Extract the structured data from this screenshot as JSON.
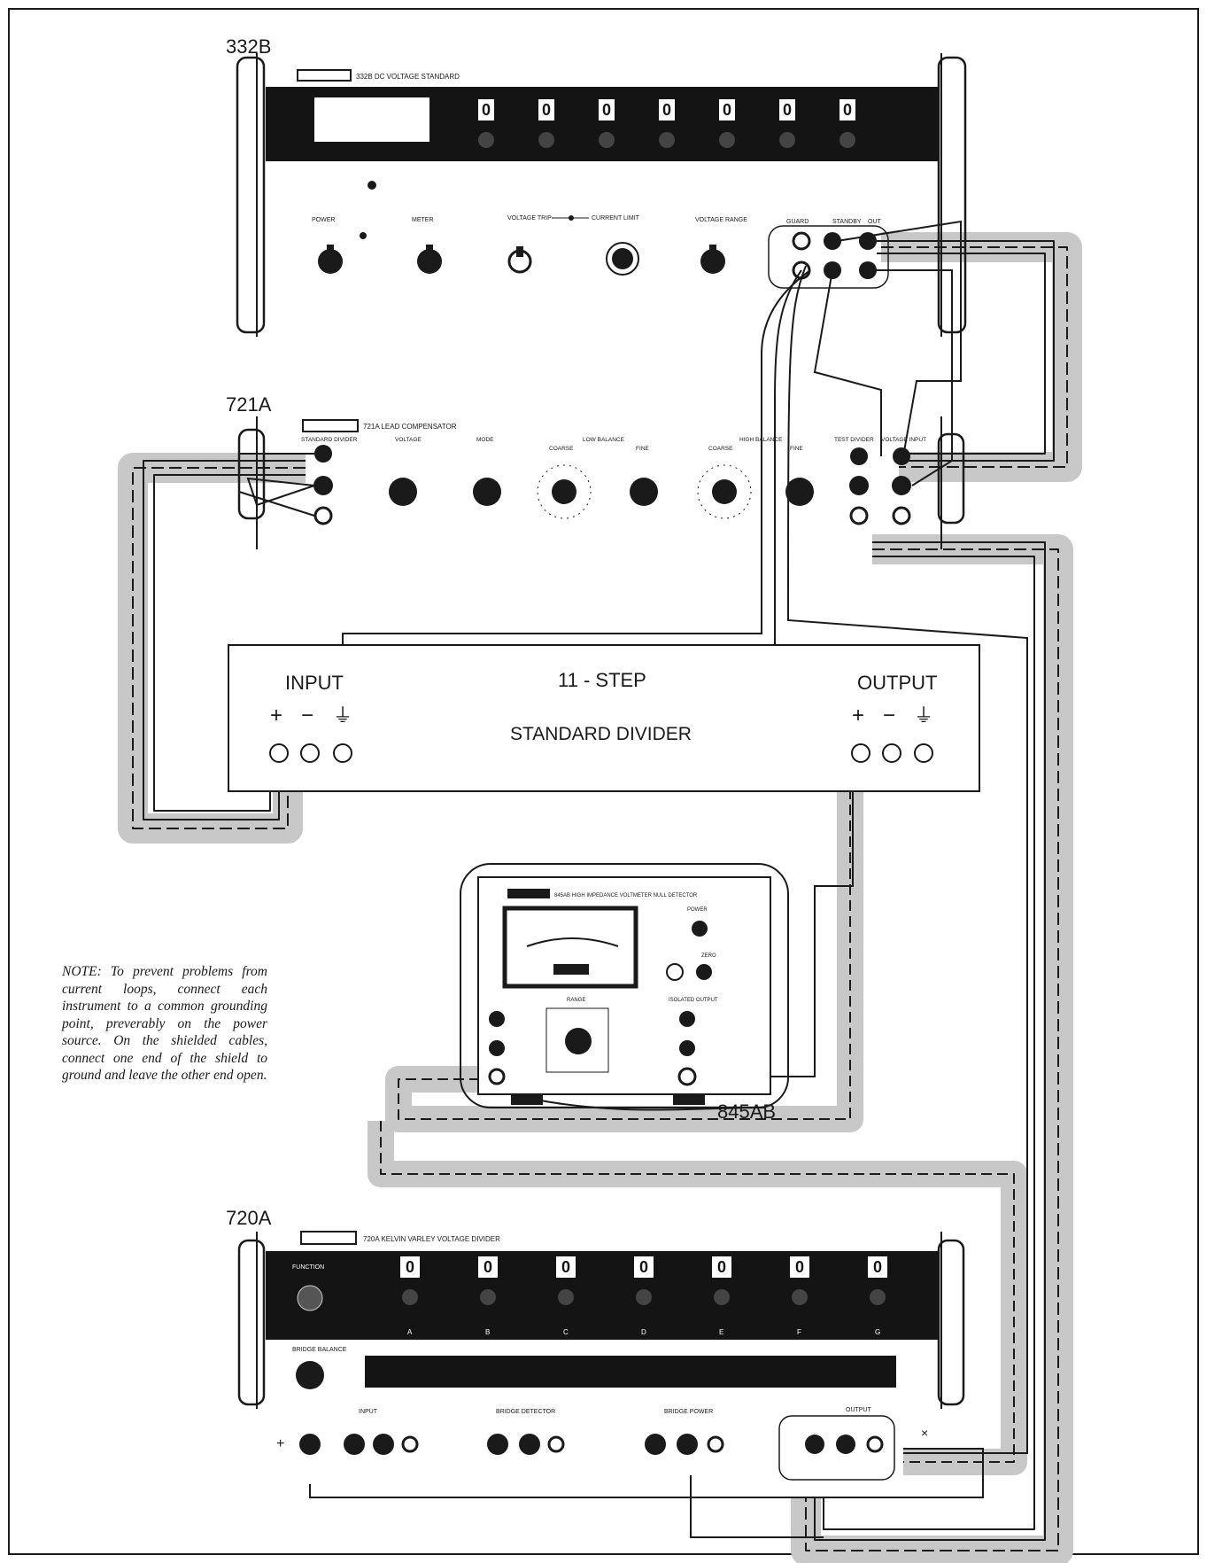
{
  "instruments": {
    "top_standard": {
      "label": "332B",
      "nameplate": "332B DC VOLTAGE STANDARD",
      "controls": [
        "POWER",
        "METER",
        "VOLTAGE TRIP",
        "CURRENT LIMIT",
        "VOLTAGE RANGE"
      ],
      "terminal_labels": [
        "GUARD",
        "STANDBY",
        "OUT"
      ]
    },
    "compensator": {
      "label": "721A",
      "nameplate": "721A LEAD COMPENSATOR",
      "controls": [
        "STANDARD DIVIDER",
        "VOLTAGE",
        "MODE",
        "LOW BALANCE",
        "COARSE",
        "FINE",
        "HIGH BALANCE",
        "COARSE",
        "FINE",
        "TEST DIVIDER",
        "VOLTAGE INPUT"
      ]
    },
    "divider": {
      "title_line1": "11 - STEP",
      "title_line2": "STANDARD DIVIDER",
      "input_label": "INPUT",
      "output_label": "OUTPUT",
      "input_signs": [
        "+",
        "−",
        "⏚"
      ],
      "output_signs": [
        "+",
        "−",
        "⏚"
      ]
    },
    "detector": {
      "label": "845AB",
      "nameplate": "845AB HIGH IMPEDANCE VOLTMETER NULL DETECTOR",
      "controls": [
        "POWER",
        "RANGE",
        "ISOLATED OUTPUT",
        "ZERO"
      ]
    },
    "kelvin_varley": {
      "label": "720A",
      "nameplate": "720A KELVIN VARLEY VOLTAGE DIVIDER",
      "controls": [
        "FUNCTION",
        "BRIDGE BALANCE",
        "INPUT",
        "BRIDGE DETECTOR",
        "BRIDGE POWER",
        "OUTPUT"
      ],
      "decade_letters": [
        "A",
        "B",
        "C",
        "D",
        "E",
        "F",
        "G"
      ],
      "side_marks": [
        "+",
        "×"
      ]
    }
  },
  "note": "NOTE:  To prevent problems from current loops, connect each instrument to a common grounding point, preverably on the power source.  On the shielded cables, connect one end of the shield to ground and leave the other end open.",
  "decade_digits": [
    "0",
    "0",
    "0",
    "0",
    "0",
    "0",
    "0"
  ],
  "colors": {
    "ink": "#1a1a1a",
    "panel_dark": "#141414",
    "shield": "#c8c8c8",
    "paper": "#ffffff"
  }
}
